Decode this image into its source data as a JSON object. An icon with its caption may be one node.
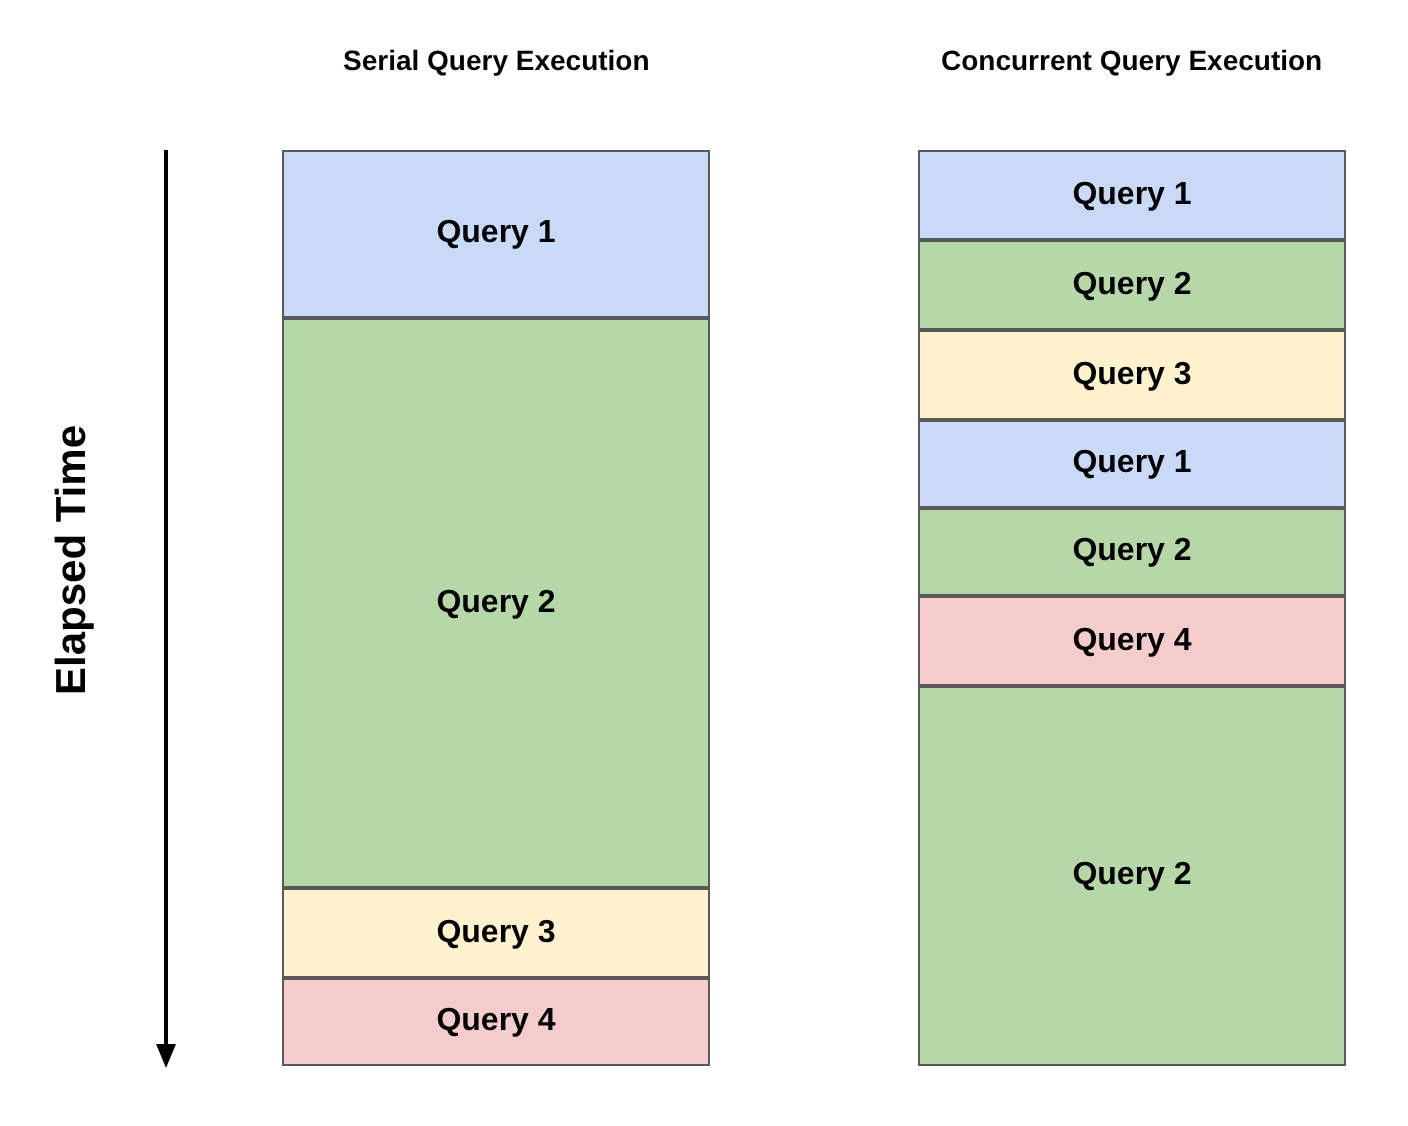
{
  "diagram": {
    "nodes": [
      {
        "text": [
          "Query 1"
        ]
      },
      {
        "text": [
          "Query 2"
        ]
      },
      {
        "text": [
          "Query 3"
        ]
      },
      {
        "text": [
          "Query 4"
        ]
      },
      {
        "text": [
          "Query 1"
        ]
      },
      {
        "text": [
          "Query 2"
        ]
      },
      {
        "text": [
          "Query 3"
        ]
      },
      {
        "text": [
          "Query 1"
        ]
      },
      {
        "text": [
          "Query 2"
        ]
      },
      {
        "text": [
          "Query 4"
        ]
      },
      {
        "text": [
          "Query 2"
        ]
      }
    ],
    "edges": [],
    "labels": [
      "Serial Query Execution",
      "Concurrent Query Execution",
      "Elapsed Time"
    ]
  }
}
